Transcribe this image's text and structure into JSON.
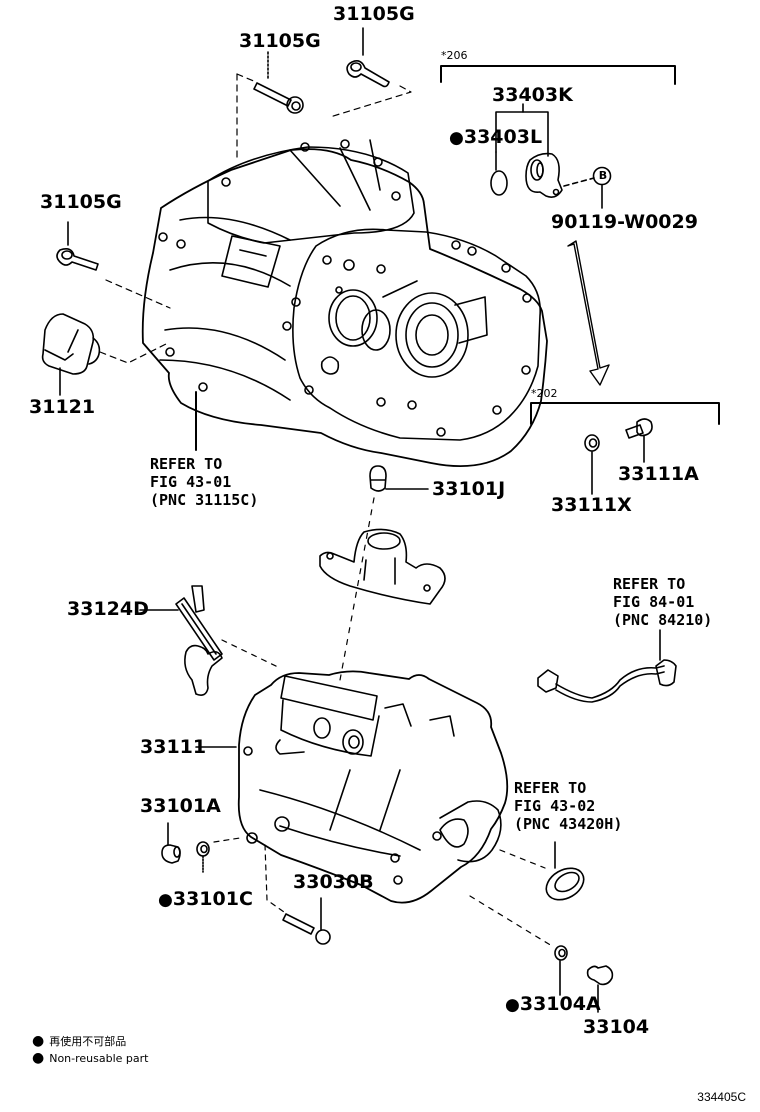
{
  "diagram": {
    "figure_number": "334405C",
    "groups": {
      "g206": "*206",
      "g202": "*202"
    },
    "parts": {
      "p31105G_top": "31105G",
      "p31105G_mid": "31105G",
      "p31105G_left": "31105G",
      "p33403K": "33403K",
      "p33403L": "33403L",
      "p90119": "90119-W0029",
      "p31121": "31121",
      "p33111A": "33111A",
      "p33111X": "33111X",
      "p33101J": "33101J",
      "p33124D": "33124D",
      "p33111": "33111",
      "p33101A": "33101A",
      "p33101C": "33101C",
      "p33030B": "33030B",
      "p33104A": "33104A",
      "p33104": "33104"
    },
    "circle_marker": "B",
    "references": {
      "ref1": "REFER TO\nFIG 43-01\n(PNC 31115C)",
      "ref2": "REFER TO\nFIG 84-01\n(PNC 84210)",
      "ref3": "REFER TO\nFIG 43-02\n(PNC 43420H)"
    },
    "legend": {
      "jp": "再使用不可部品",
      "en": "Non-reusable part"
    }
  }
}
